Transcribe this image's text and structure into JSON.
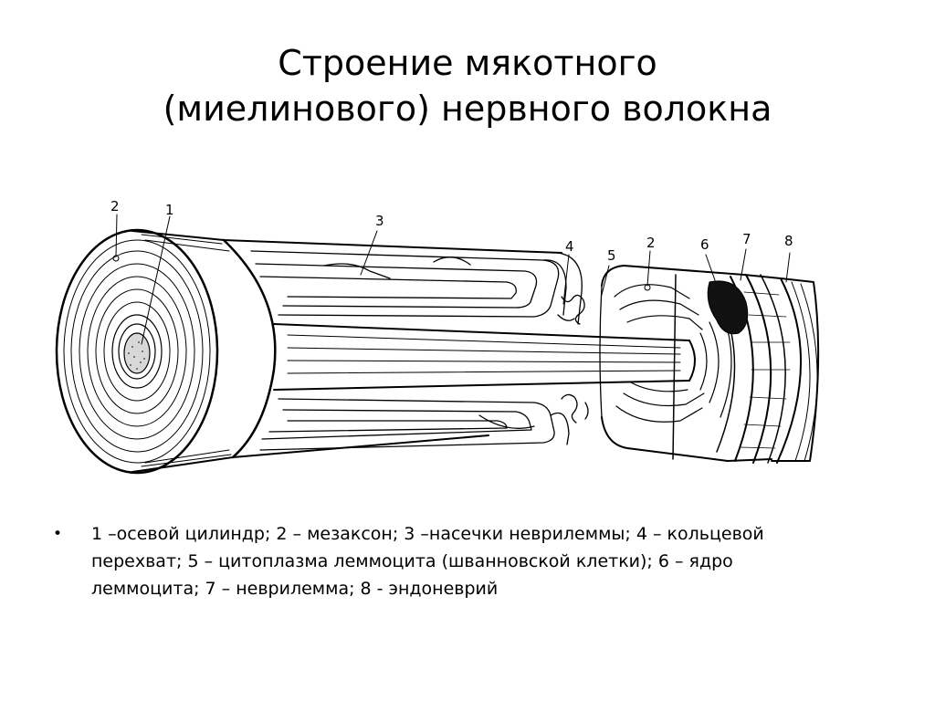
{
  "title": {
    "line1": "Строение мякотного",
    "line2": "(миелинового) нервного волокна"
  },
  "figure": {
    "labels": [
      {
        "id": "2a",
        "text": "2"
      },
      {
        "id": "1",
        "text": "1"
      },
      {
        "id": "3",
        "text": "3"
      },
      {
        "id": "4",
        "text": "4"
      },
      {
        "id": "5",
        "text": "5"
      },
      {
        "id": "2b",
        "text": "2"
      },
      {
        "id": "6",
        "text": "6"
      },
      {
        "id": "7",
        "text": "7"
      },
      {
        "id": "8",
        "text": "8"
      }
    ]
  },
  "caption": {
    "bullet": "•",
    "text": "1 –осевой цилиндр; 2 – мезаксон; 3 –насечки неврилеммы; 4 – кольцевой перехват; 5 – цитоплазма леммоцита (шванновской клетки); 6 – ядро леммоцита; 7 – неврилемма; 8 - эндоневрий"
  }
}
